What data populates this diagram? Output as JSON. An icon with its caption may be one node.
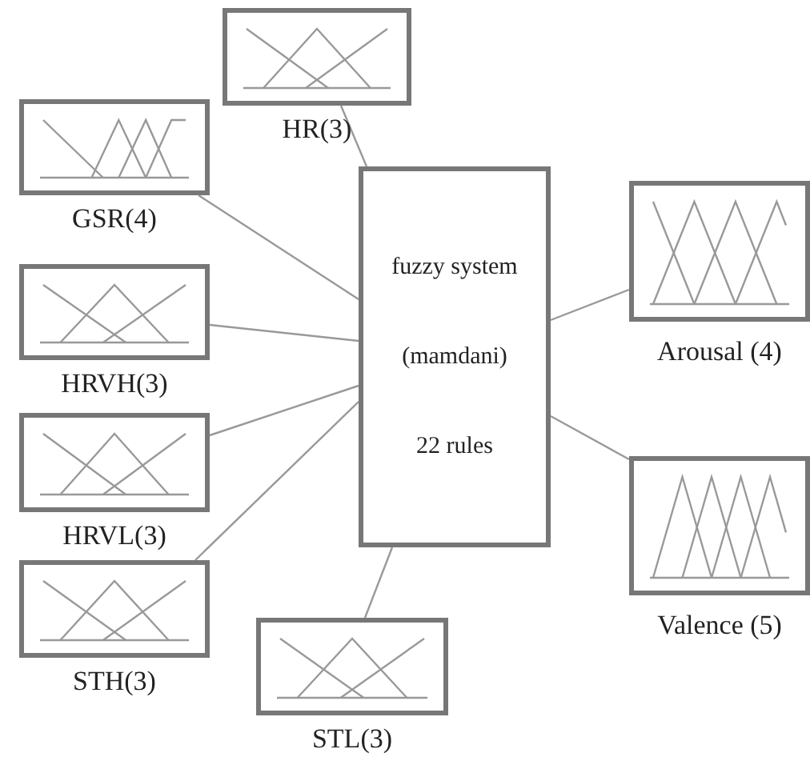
{
  "diagram": {
    "nodes": [
      {
        "text": [
          "HR(3)"
        ]
      },
      {
        "text": [
          "GSR(4)"
        ]
      },
      {
        "text": [
          "HRVH(3)"
        ]
      },
      {
        "text": [
          "HRVL(3)"
        ]
      },
      {
        "text": [
          "STH(3)"
        ]
      },
      {
        "text": [
          "STL(3)"
        ]
      },
      {
        "text": [
          "fuzzy system",
          "(mamdani)",
          "22 rules"
        ]
      },
      {
        "text": [
          "Arousal (4)"
        ]
      },
      {
        "text": [
          "Valence (5)"
        ]
      }
    ],
    "edges": [
      {
        "from": 0,
        "to": 6,
        "arrow": "none"
      },
      {
        "from": 1,
        "to": 6,
        "arrow": "none"
      },
      {
        "from": 2,
        "to": 6,
        "arrow": "none"
      },
      {
        "from": 3,
        "to": 6,
        "arrow": "none"
      },
      {
        "from": 4,
        "to": 6,
        "arrow": "none"
      },
      {
        "from": 5,
        "to": 6,
        "arrow": "none"
      },
      {
        "from": 6,
        "to": 7,
        "arrow": "none"
      },
      {
        "from": 6,
        "to": 8,
        "arrow": "none"
      }
    ]
  }
}
